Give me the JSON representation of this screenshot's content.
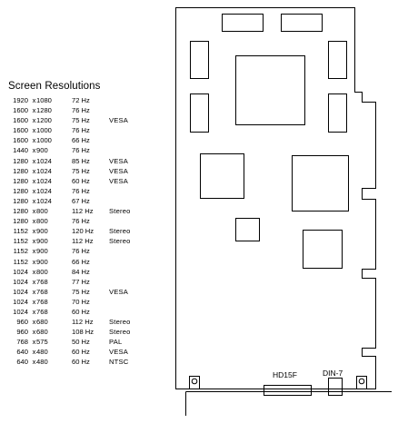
{
  "title": "Screen Resolutions",
  "resolutions": [
    {
      "w": "1920",
      "x": "x",
      "h": "1080",
      "hz": "72 Hz",
      "mode": ""
    },
    {
      "w": "1600",
      "x": "x",
      "h": "1280",
      "hz": "76 Hz",
      "mode": ""
    },
    {
      "w": "1600",
      "x": "x",
      "h": "1200",
      "hz": "75 Hz",
      "mode": "VESA"
    },
    {
      "w": "1600",
      "x": "x",
      "h": "1000",
      "hz": "76 Hz",
      "mode": ""
    },
    {
      "w": "1600",
      "x": "x",
      "h": "1000",
      "hz": "66 Hz",
      "mode": ""
    },
    {
      "w": "1440",
      "x": "x",
      "h": "900",
      "hz": "76 Hz",
      "mode": ""
    },
    {
      "w": "1280",
      "x": "x",
      "h": "1024",
      "hz": "85 Hz",
      "mode": "VESA"
    },
    {
      "w": "1280",
      "x": "x",
      "h": "1024",
      "hz": "75 Hz",
      "mode": "VESA"
    },
    {
      "w": "1280",
      "x": "x",
      "h": "1024",
      "hz": "60 Hz",
      "mode": "VESA"
    },
    {
      "w": "1280",
      "x": "x",
      "h": "1024",
      "hz": "76 Hz",
      "mode": ""
    },
    {
      "w": "1280",
      "x": "x",
      "h": "1024",
      "hz": "67 Hz",
      "mode": ""
    },
    {
      "w": "1280",
      "x": "x",
      "h": "800",
      "hz": "112 Hz",
      "mode": "Stereo"
    },
    {
      "w": "1280",
      "x": "x",
      "h": "800",
      "hz": "76 Hz",
      "mode": ""
    },
    {
      "w": "1152",
      "x": "x",
      "h": "900",
      "hz": "120 Hz",
      "mode": "Stereo"
    },
    {
      "w": "1152",
      "x": "x",
      "h": "900",
      "hz": "112 Hz",
      "mode": "Stereo"
    },
    {
      "w": "1152",
      "x": "x",
      "h": "900",
      "hz": "76 Hz",
      "mode": ""
    },
    {
      "w": "1152",
      "x": "x",
      "h": "900",
      "hz": "66 Hz",
      "mode": ""
    },
    {
      "w": "1024",
      "x": "x",
      "h": "800",
      "hz": "84 Hz",
      "mode": ""
    },
    {
      "w": "1024",
      "x": "x",
      "h": "768",
      "hz": "77 Hz",
      "mode": ""
    },
    {
      "w": "1024",
      "x": "x",
      "h": "768",
      "hz": "75 Hz",
      "mode": "VESA"
    },
    {
      "w": "1024",
      "x": "x",
      "h": "768",
      "hz": "70 Hz",
      "mode": ""
    },
    {
      "w": "1024",
      "x": "x",
      "h": "768",
      "hz": "60 Hz",
      "mode": ""
    },
    {
      "w": "960",
      "x": "x",
      "h": "680",
      "hz": "112 Hz",
      "mode": "Stereo"
    },
    {
      "w": "960",
      "x": "x",
      "h": "680",
      "hz": "108 Hz",
      "mode": "Stereo"
    },
    {
      "w": "768",
      "x": "x",
      "h": "575",
      "hz": "50 Hz",
      "mode": "PAL"
    },
    {
      "w": "640",
      "x": "x",
      "h": "480",
      "hz": "60 Hz",
      "mode": "VESA"
    },
    {
      "w": "640",
      "x": "x",
      "h": "480",
      "hz": "60 Hz",
      "mode": "NTSC"
    }
  ],
  "connectors": {
    "hd15f": "HD15F",
    "din7": "DIN-7"
  }
}
